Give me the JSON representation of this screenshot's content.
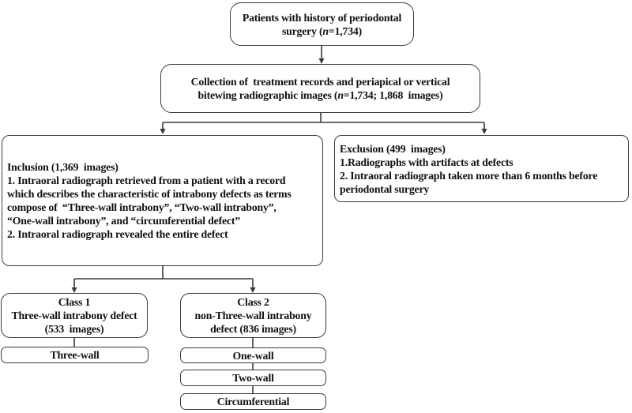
{
  "colors": {
    "background": "#ffffff",
    "border": "#3d3d3d",
    "text": "#111111",
    "line": "#3a3a3a"
  },
  "nodes": {
    "patients": {
      "lines": [
        "Patients with history of periodontal",
        "surgery (<i>n</i>=1,734)"
      ]
    },
    "collection": {
      "lines": [
        "Collection of  treatment records and periapical or vertical",
        "bitewing radiographic images (<i>n</i>=1,734; 1,868  images)"
      ]
    },
    "inclusion": {
      "lines": [
        "Inclusion (1,369  images)",
        "1. Intraoral radiograph retrieved from a patient with a record",
        "which describes the characteristic of intrabony defects as terms",
        "compose of  “Three-wall intrabony”, “Two-wall intrabony”,",
        "“One-wall intrabony”, and “circumferential defect”",
        "2. Intraoral radiograph revealed the entire defect"
      ]
    },
    "exclusion": {
      "lines": [
        "Exclusion (499  images)",
        "1.Radiographs with artifacts at defects",
        "2. Intraoral radiograph taken more than 6 months before",
        "periodontal surgery"
      ]
    },
    "class1": {
      "lines": [
        "Class 1",
        "Three-wall intrabony defect",
        "(533  images)"
      ]
    },
    "class2": {
      "lines": [
        "Class 2",
        "non-Three-wall intrabony",
        "defect (836 images)"
      ]
    },
    "three_wall": {
      "label": "Three-wall"
    },
    "one_wall": {
      "label": "One-wall"
    },
    "two_wall": {
      "label": "Two-wall"
    },
    "circumferential": {
      "label": "Circumferential"
    }
  }
}
